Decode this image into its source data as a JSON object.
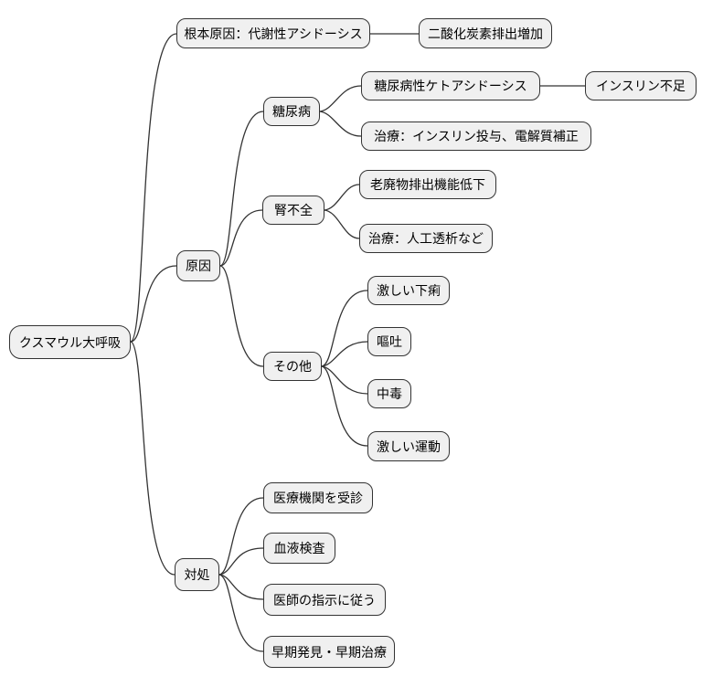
{
  "diagram_type": "mindmap",
  "title": "クスマウル大呼吸",
  "colors": {
    "background": "#ffffff",
    "node_fill": "#f0f0f0",
    "node_border": "#333333",
    "edge": "#333333",
    "text": "#000000"
  },
  "nodes": {
    "root": {
      "label": "クスマウル大呼吸"
    },
    "root_cause": {
      "label": "根本原因：代謝性アシドーシス"
    },
    "co2": {
      "label": "二酸化炭素排出増加"
    },
    "cause": {
      "label": "原因"
    },
    "diabetes": {
      "label": "糖尿病"
    },
    "dka": {
      "label": "糖尿病性ケトアシドーシス"
    },
    "insulin_deficiency": {
      "label": "インスリン不足"
    },
    "diabetes_treatment": {
      "label": "治療：インスリン投与、電解質補正"
    },
    "renal_failure": {
      "label": "腎不全"
    },
    "waste_excretion": {
      "label": "老廃物排出機能低下"
    },
    "renal_treatment": {
      "label": "治療：人工透析など"
    },
    "others": {
      "label": "その他"
    },
    "diarrhea": {
      "label": "激しい下痢"
    },
    "vomiting": {
      "label": "嘔吐"
    },
    "poisoning": {
      "label": "中毒"
    },
    "exercise": {
      "label": "激しい運動"
    },
    "response": {
      "label": "対処"
    },
    "see_doctor": {
      "label": "医療機関を受診"
    },
    "blood_test": {
      "label": "血液検査"
    },
    "follow_doctor": {
      "label": "医師の指示に従う"
    },
    "early_detection": {
      "label": "早期発見・早期治療"
    }
  },
  "edges": [
    {
      "from": "root",
      "to": "root_cause"
    },
    {
      "from": "root_cause",
      "to": "co2"
    },
    {
      "from": "root",
      "to": "cause"
    },
    {
      "from": "cause",
      "to": "diabetes"
    },
    {
      "from": "diabetes",
      "to": "dka"
    },
    {
      "from": "dka",
      "to": "insulin_deficiency"
    },
    {
      "from": "diabetes",
      "to": "diabetes_treatment"
    },
    {
      "from": "cause",
      "to": "renal_failure"
    },
    {
      "from": "renal_failure",
      "to": "waste_excretion"
    },
    {
      "from": "renal_failure",
      "to": "renal_treatment"
    },
    {
      "from": "cause",
      "to": "others"
    },
    {
      "from": "others",
      "to": "diarrhea"
    },
    {
      "from": "others",
      "to": "vomiting"
    },
    {
      "from": "others",
      "to": "poisoning"
    },
    {
      "from": "others",
      "to": "exercise"
    },
    {
      "from": "root",
      "to": "response"
    },
    {
      "from": "response",
      "to": "see_doctor"
    },
    {
      "from": "response",
      "to": "blood_test"
    },
    {
      "from": "response",
      "to": "follow_doctor"
    },
    {
      "from": "response",
      "to": "early_detection"
    }
  ]
}
